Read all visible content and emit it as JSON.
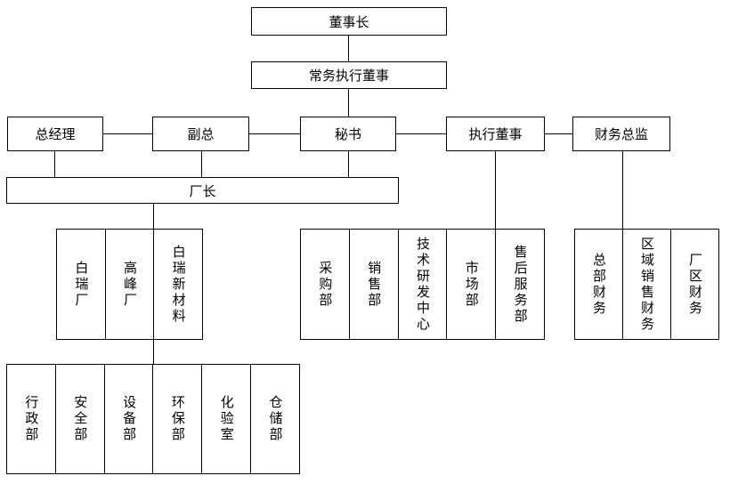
{
  "colors": {
    "background": "#ffffff",
    "border": "#000000",
    "text": "#000000"
  },
  "org_chart": {
    "type": "org-chart",
    "nodes": {
      "chairman": "董事长",
      "executive_managing_director": "常务执行董事",
      "general_manager": "总经理",
      "deputy_general_manager": "副总",
      "secretary": "秘书",
      "executive_director": "执行董事",
      "finance_director": "财务总监",
      "factory_director": "厂长",
      "bairui_factory": "白瑞厂",
      "gaofeng_factory": "高峰厂",
      "bairui_new_materials": "白瑞新材料",
      "purchasing_dept": "采购部",
      "sales_dept": "销售部",
      "rd_center": "技术研发中心",
      "marketing_dept": "市场部",
      "after_sales_dept": "售后服务部",
      "hq_finance": "总部财务",
      "regional_sales_finance": "区域销售财务",
      "plant_finance": "厂区财务",
      "admin_dept": "行政部",
      "safety_dept": "安全部",
      "equipment_dept": "设备部",
      "environment_dept": "环保部",
      "lab": "化验室",
      "warehouse_dept": "仓储部"
    },
    "edges": [
      [
        "chairman",
        "executive_managing_director"
      ],
      [
        "executive_managing_director",
        "secretary"
      ],
      [
        "general_manager",
        "deputy_general_manager"
      ],
      [
        "deputy_general_manager",
        "secretary"
      ],
      [
        "secretary",
        "executive_director"
      ],
      [
        "executive_director",
        "finance_director"
      ],
      [
        "general_manager",
        "factory_director"
      ],
      [
        "deputy_general_manager",
        "factory_director"
      ],
      [
        "secretary",
        "factory_director"
      ],
      [
        "factory_director",
        "factories_group"
      ],
      [
        "factory_director",
        "plant_departments_group"
      ],
      [
        "executive_director",
        "business_departments_group"
      ],
      [
        "finance_director",
        "finance_group"
      ]
    ]
  }
}
